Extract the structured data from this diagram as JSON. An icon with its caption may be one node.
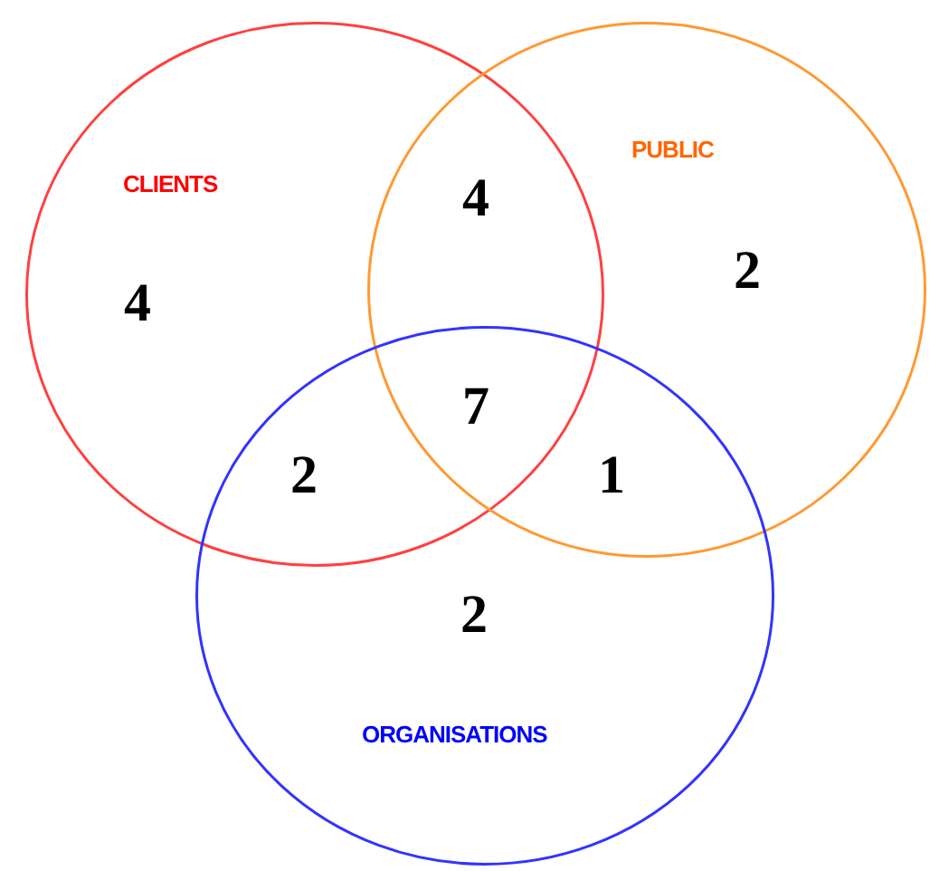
{
  "diagram": {
    "nodes": [
      {
        "text": [
          "CLIENTS"
        ]
      },
      {
        "text": [
          "PUBLIC"
        ]
      },
      {
        "text": [
          "ORGANISATIONS"
        ]
      }
    ],
    "labels": [
      "4",
      "2",
      "4",
      "7",
      "2",
      "1",
      "2"
    ]
  }
}
